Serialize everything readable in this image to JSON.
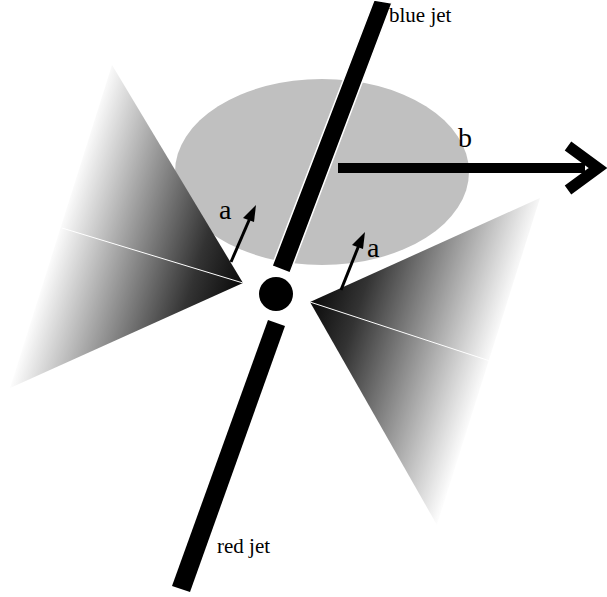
{
  "diagram": {
    "labels": [
      "blue jet",
      "b",
      "a",
      "a",
      "red jet"
    ]
  }
}
